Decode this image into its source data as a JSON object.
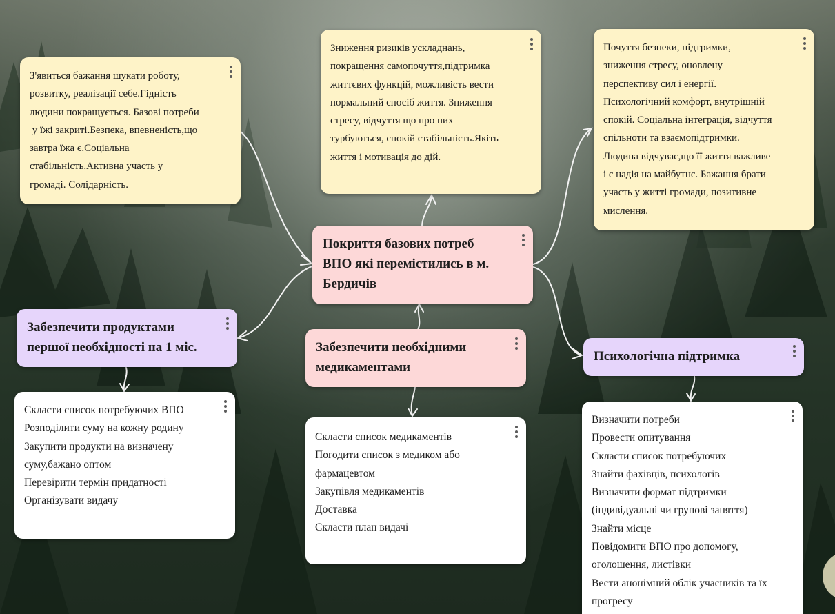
{
  "colors": {
    "yellow_card": "#fef3c8",
    "pink_card": "#fdd8d8",
    "purple_card": "#e6d5fb",
    "white_card": "#ffffff",
    "connector": "#f2f2f2"
  },
  "central": {
    "title_lines": [
      "Покриття базових потреб",
      "ВПО які перемістились в м.",
      "Бердичів"
    ]
  },
  "outcomes": {
    "left": {
      "lines": [
        "З'явиться бажання шукати роботу,",
        "розвитку, реалізації себе.Гідність",
        "людини покращується. Базові потреби",
        " у їжі закриті.Безпека, впевненість,що",
        "завтра їжа є.Соціальна",
        "стабільність.Активна участь у",
        "громаді. Солідарність."
      ]
    },
    "center": {
      "lines": [
        "Зниження ризиків ускладнань,",
        "покращення самопочуття,підтримка",
        "життєвих функцій, можливість вести",
        "нормальний спосіб життя. Зниження",
        "стресу, відчуття що про них",
        "турбуються, спокій стабільність.Якіть",
        "життя і мотивація до дій."
      ]
    },
    "right": {
      "lines": [
        "Почуття безпеки, підтримки,",
        "зниження стресу, оновлену",
        "перспективу сил і енергії.",
        "Психологічний комфорт, внутрішній",
        "спокій. Соціальна інтеграція, відчуття",
        "спільноти та взаємопідтримки.",
        "Людина відчуває,що її життя важливе",
        "і є надія на майбутнє. Бажання брати",
        "участь у житті громади, позитивне",
        "мислення."
      ]
    }
  },
  "goals": {
    "food": {
      "title_lines": [
        "Забезпечити продуктами",
        "першої необхідності на 1 міс."
      ]
    },
    "medicine": {
      "title_lines": [
        "Забезпечити необхідними",
        "медикаментами"
      ]
    },
    "psych": {
      "title_lines": [
        "Психологічна підтримка"
      ]
    }
  },
  "tasks": {
    "food": {
      "lines": [
        "Скласти список потребуючих ВПО",
        "Розподілити суму на кожну родину",
        "Закупити продукти на визначену",
        "суму,бажано оптом",
        "Перевірити термін придатності",
        "Організувати видачу"
      ]
    },
    "medicine": {
      "lines": [
        "Скласти список медикаментів",
        "Погодити список з медиком або",
        "фармацевтом",
        "Закупівля медикаментів",
        "Доставка",
        "Скласти план видачі"
      ]
    },
    "psych": {
      "lines": [
        "Визначити потреби",
        "Провести опитування",
        "Скласти список потребуючих",
        "Знайти фахівців, психологів",
        "Визначити формат підтримки",
        "(індивідуальні чи групові заняття)",
        "Знайти місце",
        "Повідомити ВПО про допомогу,",
        "оголошення, листівки",
        "Вести анонімний облік учасників та їх",
        "прогресу"
      ]
    }
  }
}
